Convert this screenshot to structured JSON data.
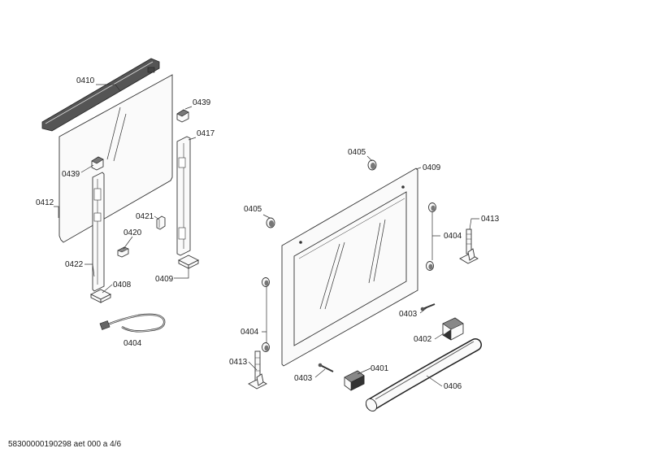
{
  "labels": {
    "l0410": "0410",
    "l0439a": "0439",
    "l0417": "0417",
    "l0439b": "0439",
    "l0412": "0412",
    "l0421": "0421",
    "l0420": "0420",
    "l0422": "0422",
    "l0408": "0408",
    "l0409a": "0409",
    "l0404a": "0404",
    "l0405a": "0405",
    "l0409b": "0409",
    "l0405b": "0405",
    "l0413a": "0413",
    "l0404b": "0404",
    "l0403a": "0403",
    "l0402": "0402",
    "l0404c": "0404",
    "l0413b": "0413",
    "l0401": "0401",
    "l0403b": "0403",
    "l0406": "0406"
  },
  "footer": "58300000190298 aet 000 a 4/6"
}
